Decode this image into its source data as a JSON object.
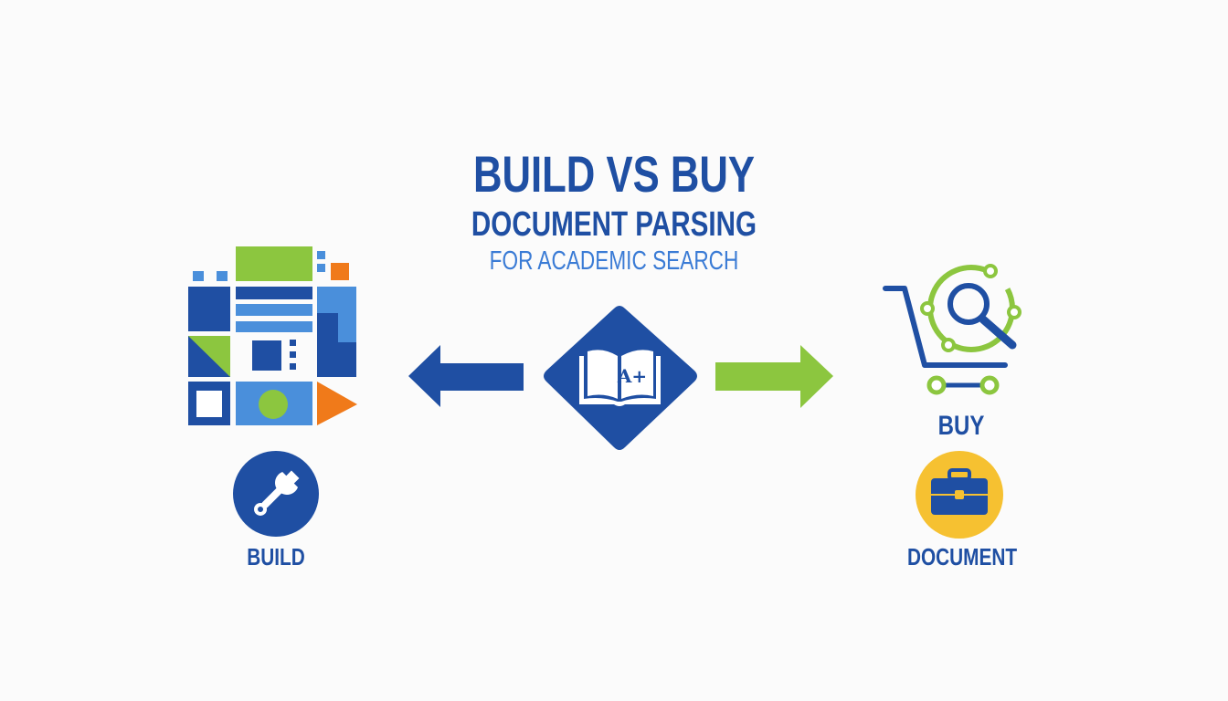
{
  "title": {
    "line1": "BUILD VS BUY",
    "line2": "DOCUMENT PARSING",
    "line3": "FOR ACADEMIC SEARCH"
  },
  "center_icon": {
    "grade_label": "A+",
    "icon": "book-icon"
  },
  "build": {
    "label": "BUILD",
    "icon": "wrench-icon"
  },
  "buy": {
    "label": "BUY",
    "icon": "shopping-cart-search-icon"
  },
  "document": {
    "label": "DOCUMENT",
    "icon": "briefcase-icon"
  },
  "colors": {
    "dark_blue": "#1f4fa3",
    "light_blue": "#4a8fdb",
    "green": "#8cc63f",
    "orange": "#f07a1a",
    "yellow": "#f6c131"
  }
}
